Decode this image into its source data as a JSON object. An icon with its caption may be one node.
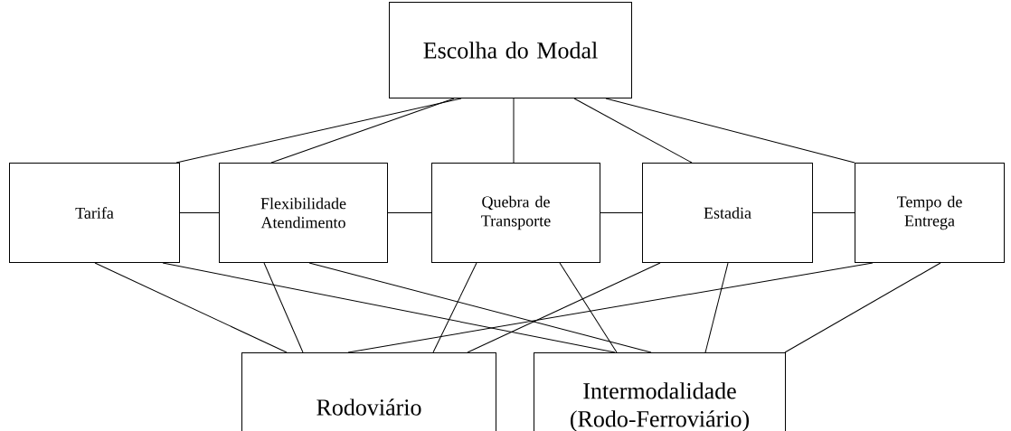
{
  "diagram": {
    "nodes": [
      {
        "text": [
          "Escolha do Modal"
        ]
      },
      {
        "text": [
          "Tarifa"
        ]
      },
      {
        "text": [
          "Flexibilidade Atendimento"
        ]
      },
      {
        "text": [
          "Quebra de Transporte"
        ]
      },
      {
        "text": [
          "Estadia"
        ]
      },
      {
        "text": [
          "Tempo de Entrega"
        ]
      },
      {
        "text": [
          "Rodoviário"
        ]
      },
      {
        "text": [
          "Intermodalidade (Rodo-Ferroviário)"
        ]
      }
    ],
    "edges": [
      {
        "from": 0,
        "to": 1,
        "arrow": "none"
      },
      {
        "from": 0,
        "to": 2,
        "arrow": "none"
      },
      {
        "from": 0,
        "to": 3,
        "arrow": "none"
      },
      {
        "from": 0,
        "to": 4,
        "arrow": "none"
      },
      {
        "from": 0,
        "to": 5,
        "arrow": "none"
      },
      {
        "from": 1,
        "to": 2,
        "arrow": "none"
      },
      {
        "from": 2,
        "to": 3,
        "arrow": "none"
      },
      {
        "from": 3,
        "to": 4,
        "arrow": "none"
      },
      {
        "from": 4,
        "to": 5,
        "arrow": "none"
      },
      {
        "from": 1,
        "to": 6,
        "arrow": "none"
      },
      {
        "from": 1,
        "to": 7,
        "arrow": "none"
      },
      {
        "from": 2,
        "to": 6,
        "arrow": "none"
      },
      {
        "from": 2,
        "to": 7,
        "arrow": "none"
      },
      {
        "from": 3,
        "to": 6,
        "arrow": "none"
      },
      {
        "from": 3,
        "to": 7,
        "arrow": "none"
      },
      {
        "from": 4,
        "to": 6,
        "arrow": "none"
      },
      {
        "from": 4,
        "to": 7,
        "arrow": "none"
      },
      {
        "from": 5,
        "to": 6,
        "arrow": "none"
      },
      {
        "from": 5,
        "to": 7,
        "arrow": "none"
      }
    ]
  }
}
